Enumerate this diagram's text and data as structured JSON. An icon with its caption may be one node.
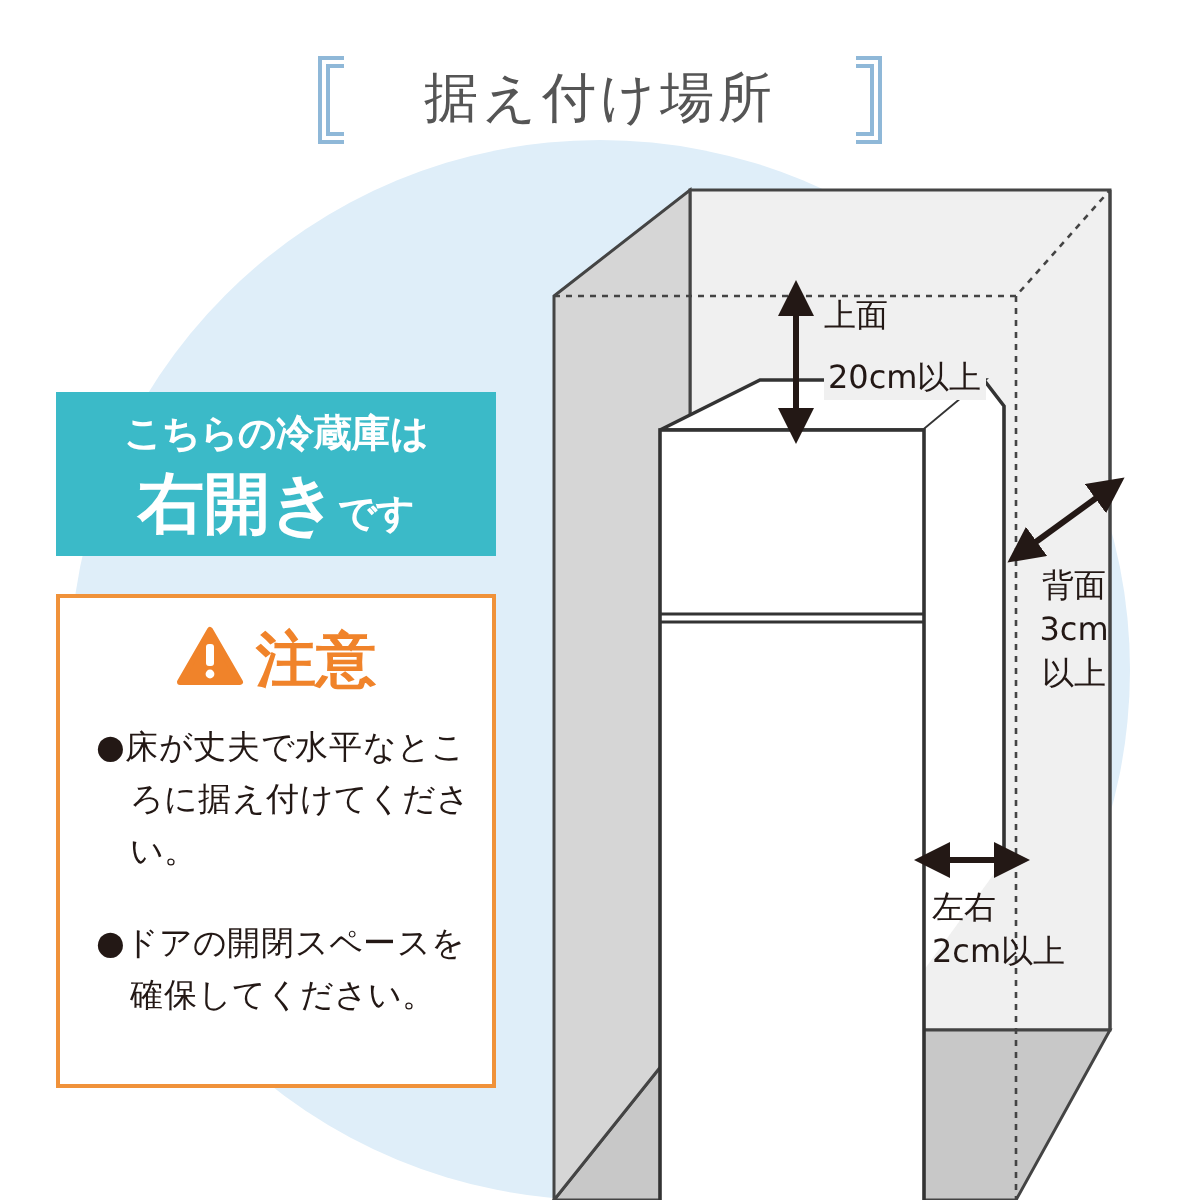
{
  "diagram": {
    "title": "据え付け場所",
    "nodes": [
      {
        "text": [
          "こちらの冷蔵庫は",
          "右開き",
          "です"
        ]
      },
      {
        "text": [
          "注意",
          "●床が丈夫で水平なところに据え付けてください。",
          "●ドアの開閉スペースを確保してください。"
        ]
      }
    ],
    "labels": [
      "上面",
      "20cm以上",
      "背面",
      "3cm",
      "以上",
      "左右",
      "2cm以上"
    ]
  }
}
